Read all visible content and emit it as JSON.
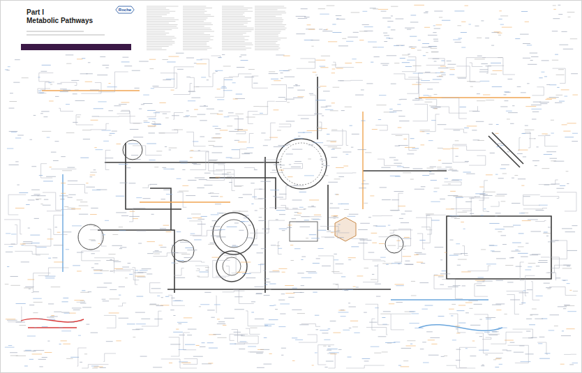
{
  "diagram": {
    "title": "Metabolic Pathways",
    "labels": [
      "Part I",
      "Roche"
    ]
  }
}
